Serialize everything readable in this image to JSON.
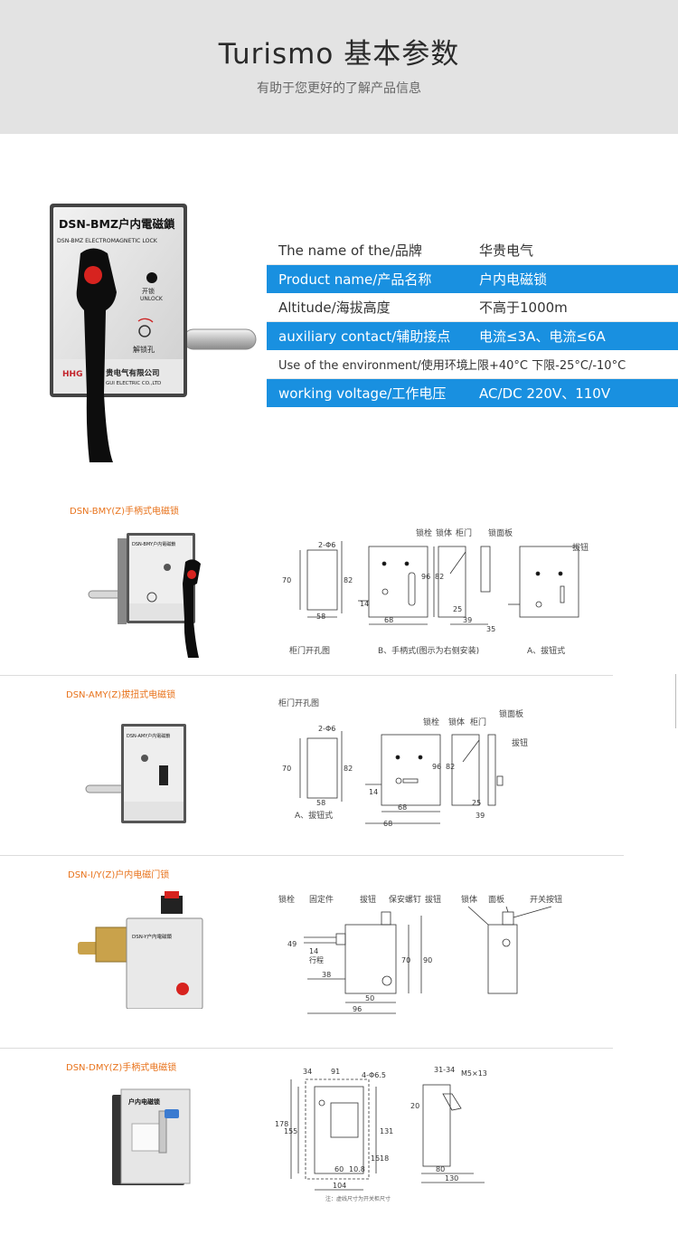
{
  "header": {
    "title": "Turismo 基本参数",
    "subtitle": "有助于您更好的了解产品信息"
  },
  "product": {
    "label_title": "DSN-BMZ户内電磁鎖",
    "label_sub": "DSN-BMZ ELECTROMAGNETIC LOCK",
    "unlock_cn": "开锁",
    "unlock_en": "UNLOCK",
    "release_hole": "解锁孔",
    "maker_cn": "贵电气有限公司",
    "maker_en": "GUI ELECTRIC CO.,LTD"
  },
  "specs": [
    {
      "key": "The name of the/品牌",
      "value": "华贵电气",
      "style": "white"
    },
    {
      "key": "Product name/产品名称",
      "value": "户内电磁锁",
      "style": "blue"
    },
    {
      "key": "Altitude/海拔高度",
      "value": "不高于1000m",
      "style": "white"
    },
    {
      "key": "auxiliary contact/辅助接点",
      "value": "电流≤3A、电流≤6A",
      "style": "blue"
    },
    {
      "key": "Use of the environment/使用环境",
      "value": "上限+40°C 下限-25°C/-10°C",
      "style": "white"
    },
    {
      "key": "working voltage/工作电压",
      "value": "AC/DC 220V、110V",
      "style": "blue"
    }
  ],
  "sections": {
    "bmy": {
      "label": "DSN-BMY(Z)手柄式电磁锁",
      "device_title": "DSN-BMY户内電磁鎖",
      "cap_hole": "柜门开孔图",
      "cap_b": "B、手柄式(图示为右侧安装)",
      "cap_a": "A、拔钮式",
      "parts": [
        "锁栓",
        "锁体",
        "柜门",
        "锁面板",
        "拔钮"
      ],
      "dims": [
        "2-Φ6",
        "70",
        "82",
        "58",
        "96",
        "82",
        "14",
        "68",
        "25",
        "39",
        "35"
      ]
    },
    "amy": {
      "label": "DSN-AMY(Z)拔扭式电磁锁",
      "device_title": "DSN-AMY户内電磁鎖",
      "cap_top": "柜门开孔图",
      "cap_a": "A、拔钮式",
      "parts": [
        "锁栓",
        "锁体",
        "柜门",
        "锁面板",
        "拔钮"
      ],
      "dims": [
        "2-Φ6",
        "70",
        "82",
        "58",
        "96",
        "82",
        "14",
        "68",
        "25",
        "39",
        "68"
      ]
    },
    "iy": {
      "label": "DSN-Ⅰ/Y(Z)户内电磁门锁",
      "device_title": "DSN-Y户内電磁鎖",
      "parts": [
        "锁栓",
        "固定件",
        "拔钮",
        "保安螺钉",
        "拔钮",
        "锁体",
        "面板",
        "开关按钮"
      ],
      "dims": [
        "49",
        "14",
        "行程",
        "38",
        "70",
        "90",
        "50",
        "96"
      ]
    },
    "dmy": {
      "label": "DSN-DMY(Z)手柄式电磁锁",
      "device_title": "户内电磁锁",
      "note": "注：虚线尺寸为开关柜尺寸",
      "dims": [
        "34",
        "91",
        "4-Φ6.5",
        "178",
        "155",
        "131",
        "15",
        "18",
        "60",
        "10.8",
        "104",
        "31-34",
        "M5×13",
        "20",
        "80",
        "130"
      ]
    }
  },
  "colors": {
    "accent_blue": "#1990e0",
    "section_label": "#e8731c",
    "header_bg": "#e3e3e3"
  }
}
